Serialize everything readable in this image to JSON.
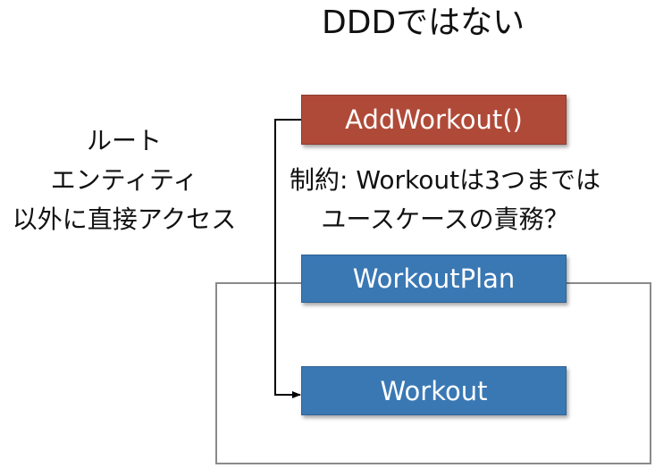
{
  "title": "DDDではない",
  "side_note": {
    "lines": [
      "ルート",
      "エンティティ",
      "以外に直接アクセス"
    ]
  },
  "constraint_note": {
    "lines": [
      "制約: Workoutは3つまでは",
      "ユースケースの責務？"
    ]
  },
  "boxes": {
    "add_workout": "AddWorkout()",
    "workout_plan": "WorkoutPlan",
    "workout": "Workout"
  },
  "colors": {
    "use_case_box": "#b04a38",
    "entity_box": "#3a78b4",
    "aggregate_frame": "#8a8a8a",
    "connector": "#000000"
  }
}
